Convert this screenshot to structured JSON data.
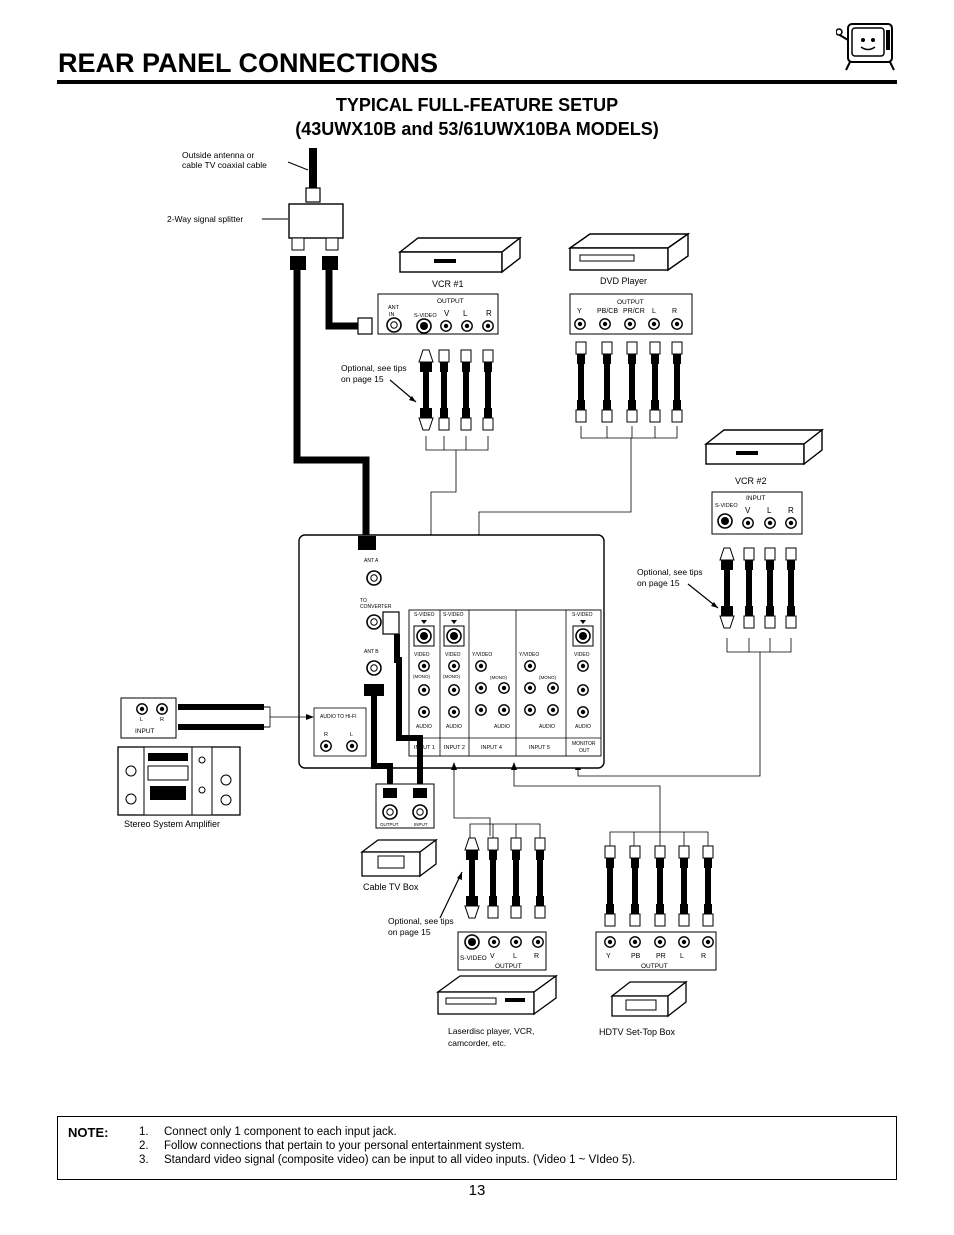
{
  "page": {
    "title": "REAR PANEL CONNECTIONS",
    "subtitle_line1": "TYPICAL FULL-FEATURE SETUP",
    "subtitle_line2": "(43UWX10B and 53/61UWX10BA MODELS)",
    "page_number": "13"
  },
  "labels": {
    "antenna_line1": "Outside antenna or",
    "antenna_line2": "cable TV coaxial cable",
    "splitter": "2-Way signal splitter",
    "vcr1": "VCR #1",
    "dvd": "DVD Player",
    "vcr2": "VCR #2",
    "optional_line1": "Optional, see tips",
    "optional_line2": "on page 15",
    "stereo": "Stereo System Amplifier",
    "cable_box": "Cable TV Box",
    "laserdisc_line1": "Laserdisc player, VCR,",
    "laserdisc_line2": "camcorder, etc.",
    "hdtv": "HDTV Set-Top Box"
  },
  "jacks": {
    "output": "OUTPUT",
    "input": "INPUT",
    "ant_in_1": "ANT",
    "ant_in_2": "IN",
    "s_video": "S-VIDEO",
    "v": "V",
    "l": "L",
    "r": "R",
    "y": "Y",
    "pb_cb": "PB/CB",
    "pr_cr": "PR/CR",
    "pb": "PB",
    "pr": "PR",
    "ant_a": "ANT A",
    "to_converter_1": "TO",
    "to_converter_2": "CONVERTER",
    "ant_b": "ANT B",
    "audio_to_hifi": "AUDIO TO HI-FI",
    "video": "VIDEO",
    "y_video": "Y/VIDEO",
    "mono": "(MONO)",
    "audio": "AUDIO",
    "input1": "INPUT 1",
    "input2": "INPUT 2",
    "input4": "INPUT 4",
    "input5": "INPUT 5",
    "monitor_out_1": "MONITOR",
    "monitor_out_2": "OUT",
    "output_lower": "OUTPUT",
    "input_lower": "INPUT"
  },
  "note": {
    "label": "NOTE:",
    "items": [
      {
        "num": "1.",
        "text": "Connect only 1 component to each input jack."
      },
      {
        "num": "2.",
        "text": "Follow connections that pertain to your personal entertainment system."
      },
      {
        "num": "3.",
        "text": "Standard video signal (composite video) can be input to all video inputs. (Video 1 ~ VIdeo 5)."
      }
    ]
  }
}
